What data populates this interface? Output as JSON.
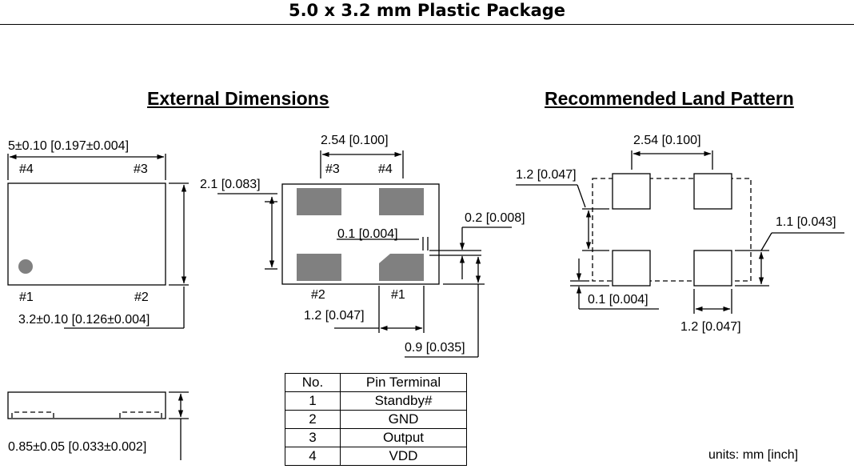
{
  "page_title": "5.0 x 3.2 mm Plastic Package",
  "external": {
    "heading": "External Dimensions",
    "length_dim": "5±0.10 [0.197±0.004]",
    "width_dim": "3.2±0.10 [0.126±0.004]",
    "height_dim": "0.85±0.05 [0.033±0.002]",
    "pin_labels": {
      "p1": "#1",
      "p2": "#2",
      "p3": "#3",
      "p4": "#4"
    }
  },
  "bottom_view": {
    "pitch_dim": "2.54 [0.100]",
    "pad_row_dim": "2.1 [0.083]",
    "chamfer_dim": "0.1 [0.004]",
    "edge_dim": "0.2 [0.008]",
    "pad_width_dim": "1.2 [0.047]",
    "pad_height_dim": "0.9 [0.035]",
    "pin_labels": {
      "p1": "#1",
      "p2": "#2",
      "p3": "#3",
      "p4": "#4"
    }
  },
  "land_pattern": {
    "heading": "Recommended Land Pattern",
    "pitch_dim": "2.54 [0.100]",
    "row_dim": "1.2 [0.047]",
    "pad_height_dim": "1.1 [0.043]",
    "offset_dim": "0.1 [0.004]",
    "pad_width_dim": "1.2 [0.047]"
  },
  "pin_table": {
    "headers": [
      "No.",
      "Pin Terminal"
    ],
    "rows": [
      {
        "no": "1",
        "terminal": "Standby#"
      },
      {
        "no": "2",
        "terminal": "GND"
      },
      {
        "no": "3",
        "terminal": "Output"
      },
      {
        "no": "4",
        "terminal": "VDD"
      }
    ]
  },
  "units_note": "units:  mm [inch]",
  "colors": {
    "pad_fill": "#808080",
    "line": "#000000",
    "background": "#ffffff"
  }
}
